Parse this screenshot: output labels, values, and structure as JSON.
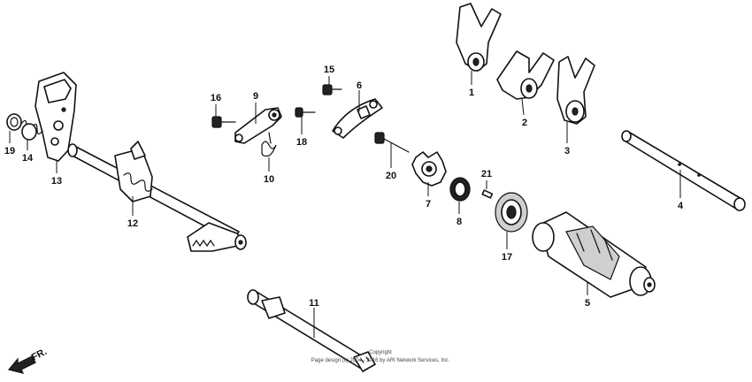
{
  "callouts": [
    {
      "id": "1",
      "text": "1"
    },
    {
      "id": "2",
      "text": "2"
    },
    {
      "id": "3",
      "text": "3"
    },
    {
      "id": "4",
      "text": "4"
    },
    {
      "id": "5",
      "text": "5"
    },
    {
      "id": "6",
      "text": "6"
    },
    {
      "id": "7",
      "text": "7"
    },
    {
      "id": "8",
      "text": "8"
    },
    {
      "id": "9",
      "text": "9"
    },
    {
      "id": "10",
      "text": "10"
    },
    {
      "id": "11",
      "text": "11"
    },
    {
      "id": "12",
      "text": "12"
    },
    {
      "id": "13",
      "text": "13"
    },
    {
      "id": "14",
      "text": "14"
    },
    {
      "id": "15",
      "text": "15"
    },
    {
      "id": "16",
      "text": "16"
    },
    {
      "id": "17",
      "text": "17"
    },
    {
      "id": "18",
      "text": "18"
    },
    {
      "id": "19",
      "text": "19"
    },
    {
      "id": "20",
      "text": "20"
    },
    {
      "id": "21",
      "text": "21"
    }
  ],
  "direction": {
    "label": "FR.",
    "icon": "front-arrow-icon"
  },
  "copyright": {
    "line1": "Copyright",
    "line2": "Page design (c) 2004 - 2016 by ARI Network Services, Inc."
  }
}
